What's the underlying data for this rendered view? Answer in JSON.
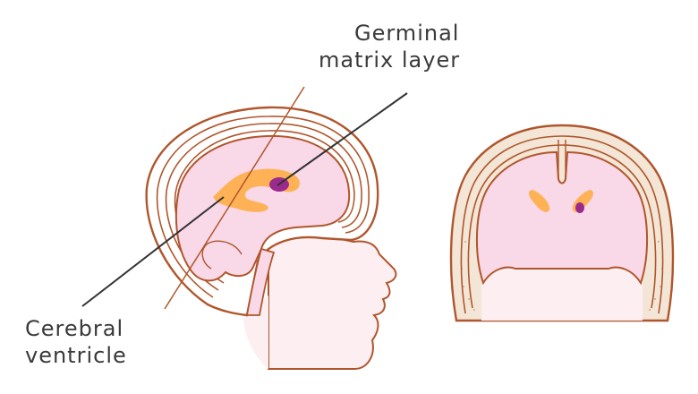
{
  "labels": {
    "germinal_line1": "Germinal",
    "germinal_line2": "matrix layer",
    "ventricle_line1": "Cerebral",
    "ventricle_line2": "ventricle"
  },
  "colors": {
    "skin": "#fdeef1",
    "brain": "#f9d8e8",
    "outline": "#b0562c",
    "bone": "#f3e6d6",
    "ventricle": "#ffb255",
    "germinal_matrix": "#9a2a8c",
    "pointer": "#333333"
  }
}
